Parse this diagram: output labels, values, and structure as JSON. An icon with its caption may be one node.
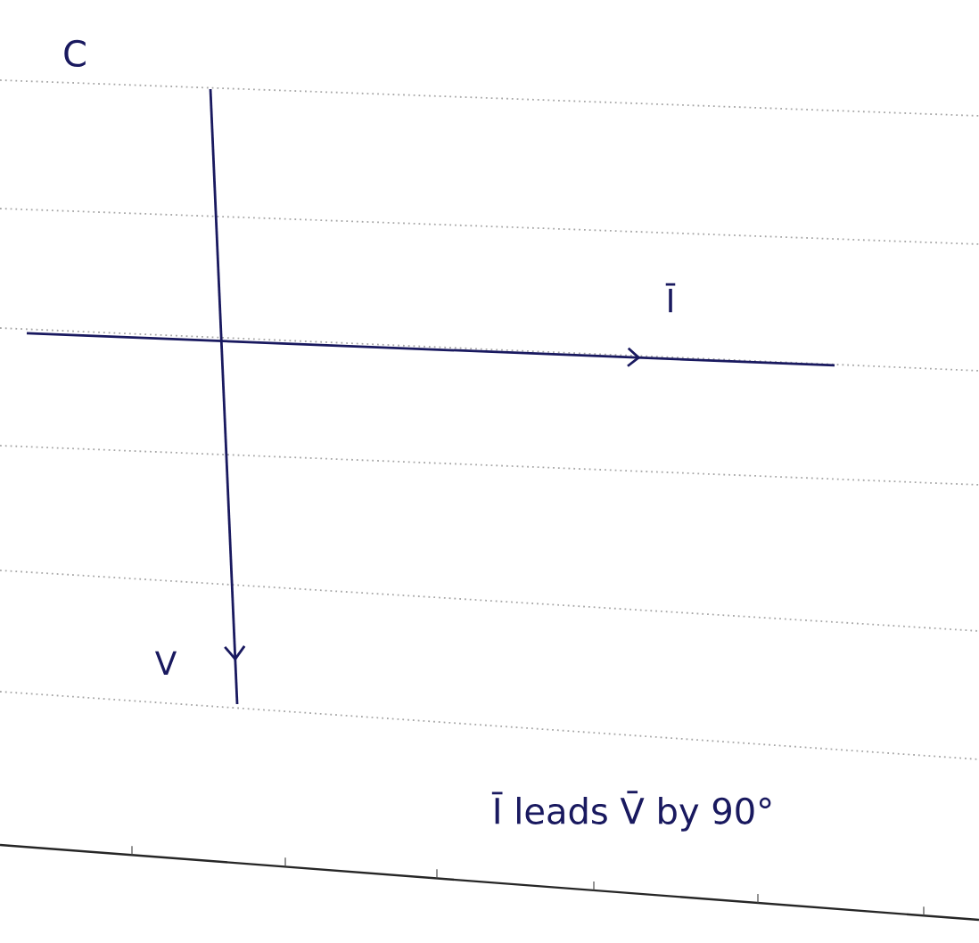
{
  "diagram": {
    "labels": [
      "C",
      "Ī",
      "V",
      "Ī leads V̄ by 90°"
    ]
  }
}
